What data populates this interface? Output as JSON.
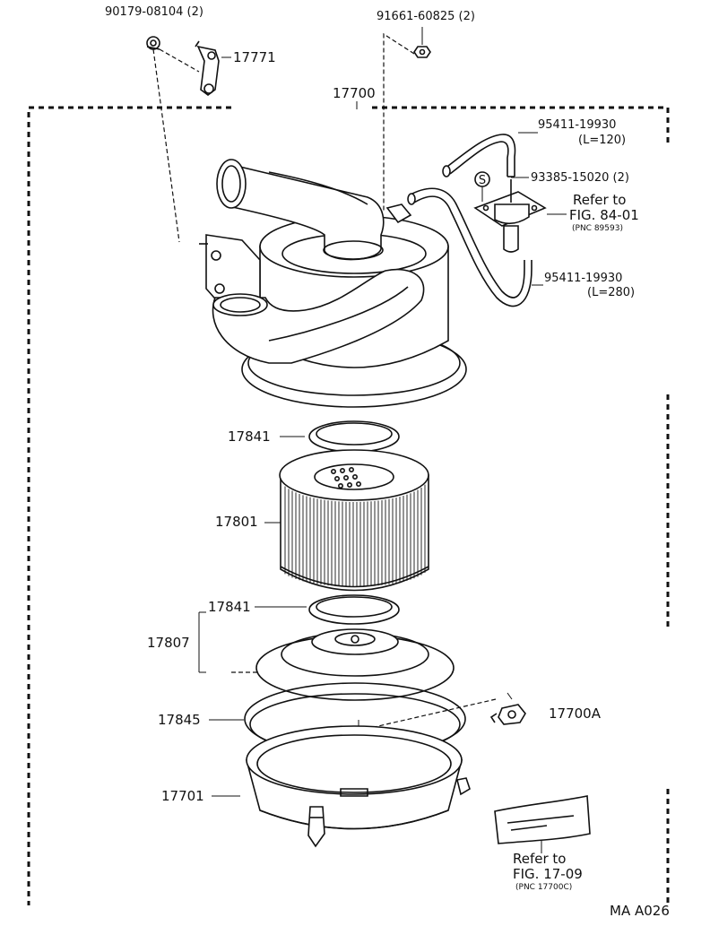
{
  "parts": {
    "clip_bolt": "90179-08104 (2)",
    "bracket": "17771",
    "nut": "91661-60825 (2)",
    "cleaner_assy": "17700",
    "hose_short": "95411-19930",
    "hose_short_len": "(L=120)",
    "valve_screw": "93385-15020 (2)",
    "s_mark": "S",
    "ref1_title": "Refer to",
    "ref1_fig": "FIG. 84-01",
    "ref1_pnc": "(PNC 89593)",
    "hose_long": "95411-19930",
    "hose_long_len": "(L=280)",
    "gasket_top": "17841",
    "element": "17801",
    "gasket_bottom": "17841",
    "element_sub_assy": "17807",
    "ring": "17845",
    "clamp": "17700A",
    "case": "17701",
    "ref2_title": "Refer to",
    "ref2_fig": "FIG. 17-09",
    "ref2_pnc": "(PNC 17700C)",
    "diagram_code": "MA A026"
  }
}
